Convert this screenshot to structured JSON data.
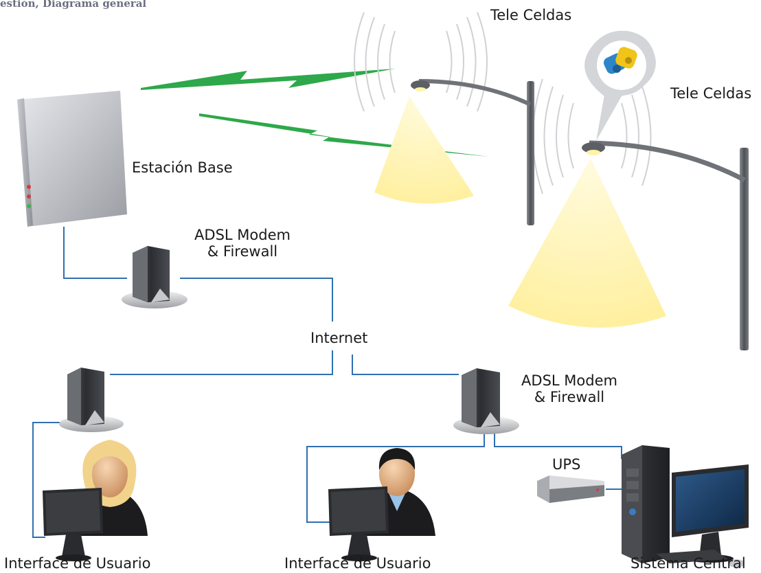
{
  "caption": "estión, Diagrama general",
  "labels": {
    "tele_celdas_1": "Tele Celdas",
    "tele_celdas_2": "Tele Celdas",
    "estacion_base": "Estación Base",
    "modem_top_line1": "ADSL Modem",
    "modem_top_line2": "& Firewall",
    "internet": "Internet",
    "modem_right_line1": "ADSL Modem",
    "modem_right_line2": "& Firewall",
    "ups": "UPS",
    "user_left": "Interface de Usuario",
    "user_middle": "Interface de Usuario",
    "sistema_central": "Sistema Central"
  },
  "colors": {
    "link_line": "#2f6fb0",
    "wireless_link": "#2ea84a",
    "light_cone": "#fff3a6",
    "pole": "#6f7277",
    "base_station": "#b8bbc0"
  },
  "icons": [
    "base-station-icon",
    "streetlight-icon",
    "radio-waves-icon",
    "wireless-link-icon",
    "modem-icon",
    "woman-user-icon",
    "man-user-icon",
    "monitor-icon",
    "ups-icon",
    "server-tower-icon",
    "telecell-device-icon"
  ]
}
